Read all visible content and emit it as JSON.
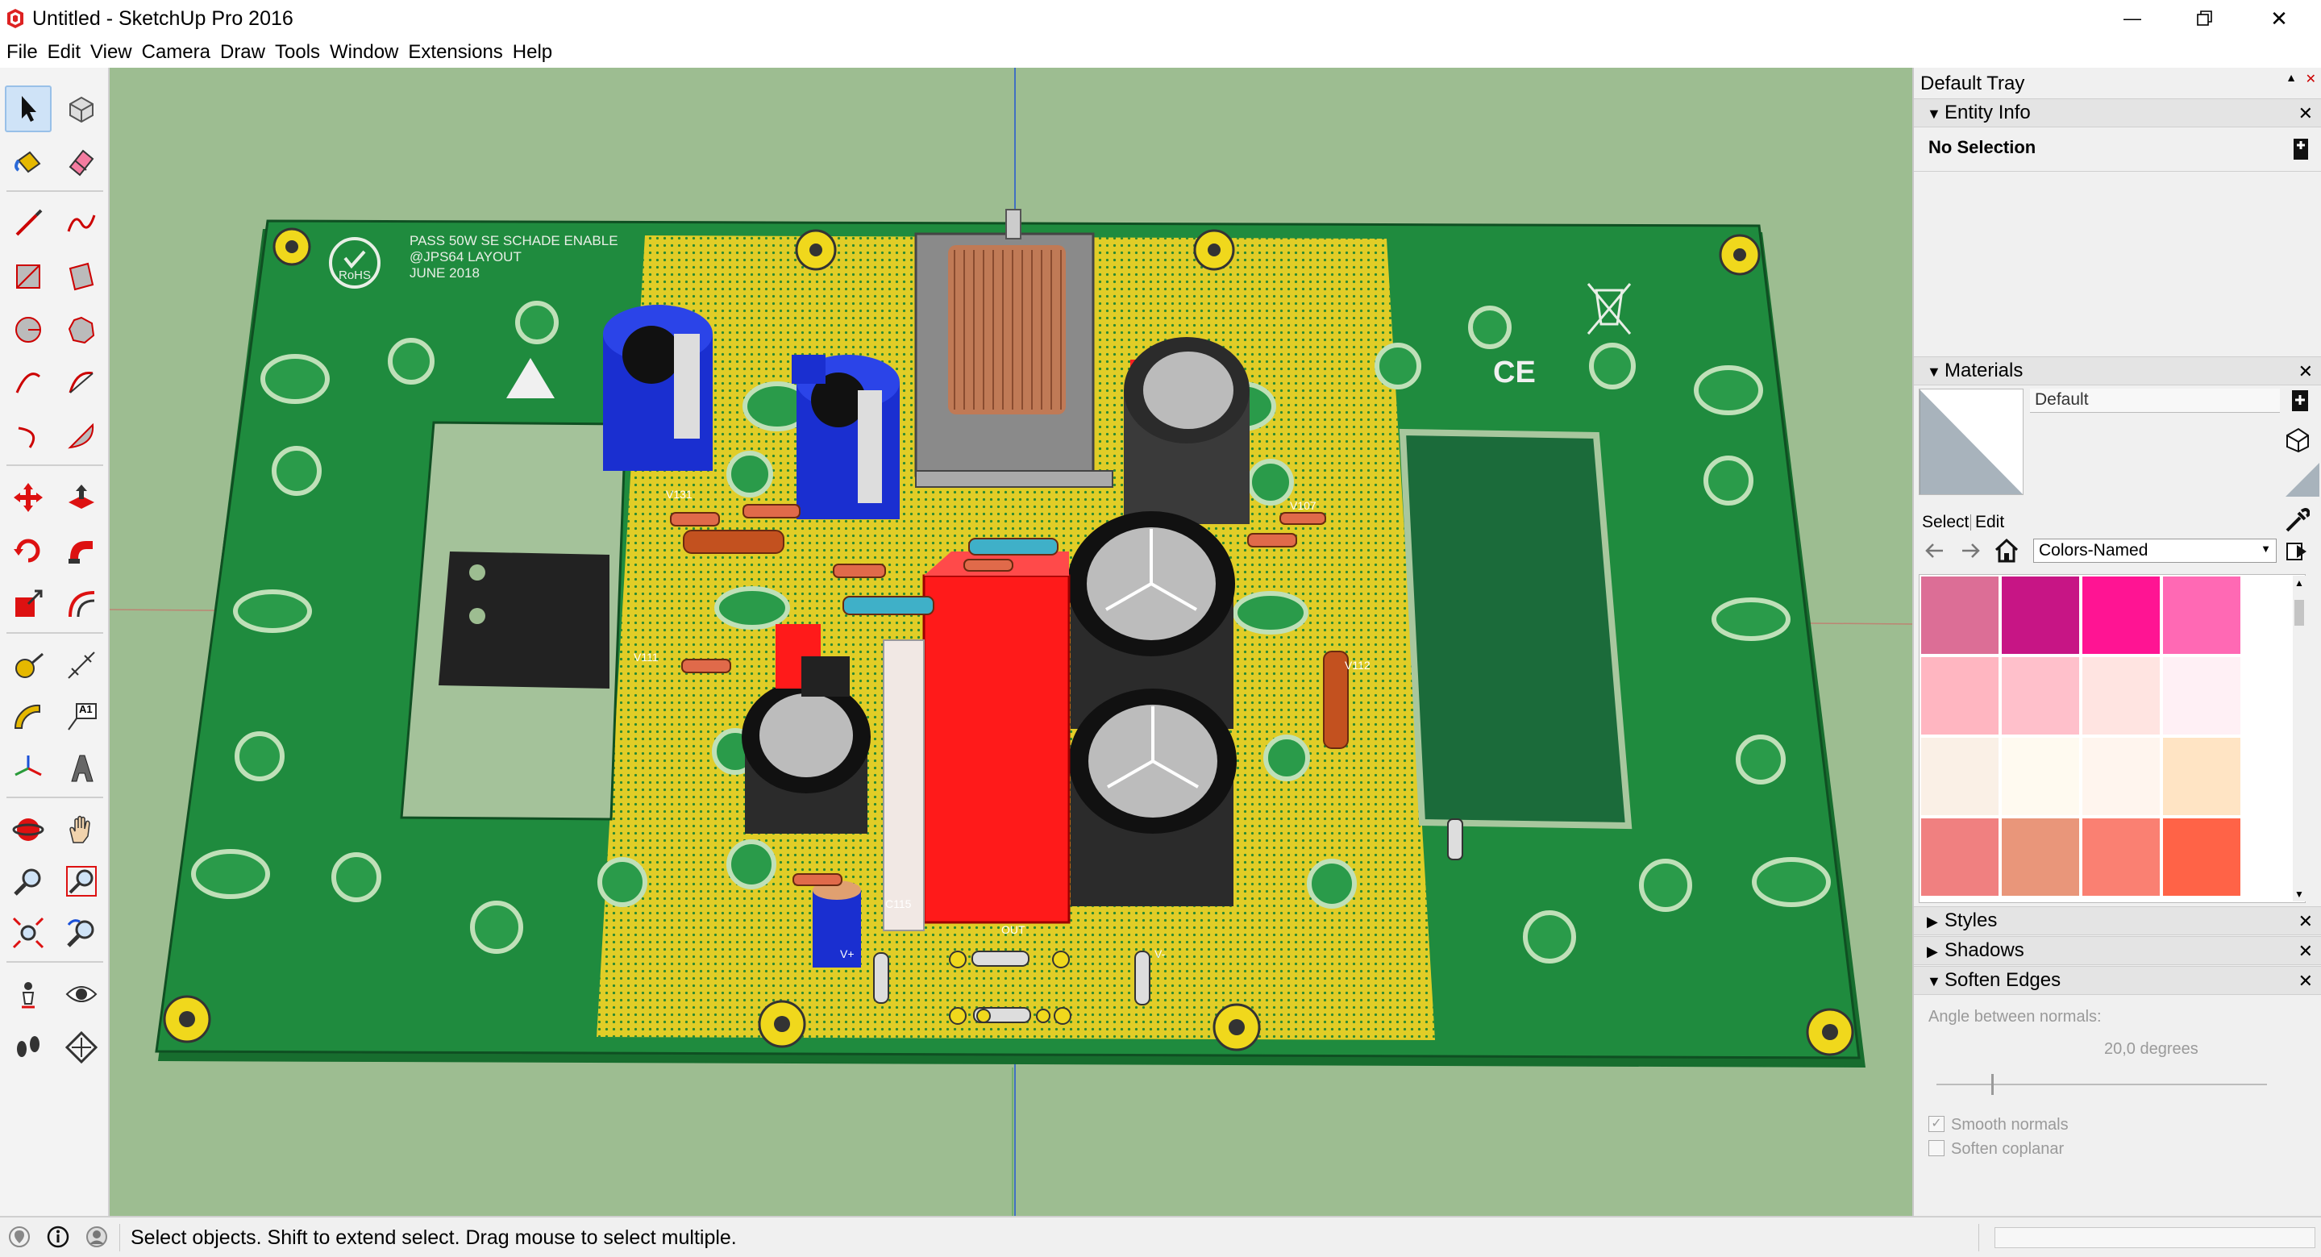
{
  "window": {
    "title": "Untitled - SketchUp Pro 2016",
    "minimize_glyph": "—",
    "close_glyph": "✕"
  },
  "menu": [
    "File",
    "Edit",
    "View",
    "Camera",
    "Draw",
    "Tools",
    "Window",
    "Extensions",
    "Help"
  ],
  "toolbar": {
    "tools": [
      "select-icon",
      "component-icon",
      "paint-bucket-icon",
      "eraser-icon",
      "line-icon",
      "freehand-icon",
      "rectangle-icon",
      "rotated-rectangle-icon",
      "circle-icon",
      "polygon-icon",
      "arc-icon",
      "two-point-arc-icon",
      "three-point-arc-icon",
      "pie-icon",
      "move-icon",
      "push-pull-icon",
      "rotate-icon",
      "follow-me-icon",
      "scale-icon",
      "offset-icon",
      "tape-measure-icon",
      "dimension-icon",
      "protractor-icon",
      "text-icon",
      "axes-icon",
      "3d-text-icon",
      "orbit-icon",
      "pan-icon",
      "zoom-icon",
      "zoom-window-icon",
      "zoom-extents-icon",
      "previous-view-icon",
      "position-camera-icon",
      "look-around-icon",
      "walk-icon",
      "section-plane-icon"
    ],
    "text_tool_label": "A1"
  },
  "pcb": {
    "header_line1": "PASS 50W SE SCHADE ENABLE",
    "header_line2": "@JPS64 LAYOUT",
    "header_line3": "JUNE 2018",
    "rohs": "RoHS",
    "ce": "CE",
    "out": "OUT",
    "vplus": "V+",
    "vminus": "V-",
    "c115": "C115",
    "v131": "V131",
    "v111": "V111",
    "v107": "V107",
    "v112": "V112"
  },
  "tray": {
    "title": "Default Tray",
    "entity_info": {
      "title": "Entity Info",
      "selection": "No Selection"
    },
    "materials": {
      "title": "Materials",
      "current": "Default",
      "tab_select": "Select",
      "tab_edit": "Edit",
      "library": "Colors-Named",
      "swatches": [
        "#dc6e96",
        "#c71585",
        "#ff1493",
        "#ff69b4",
        "#ffb6c1",
        "#ffc0cb",
        "#ffe4e1",
        "#fff0f5",
        "#faf0e6",
        "#fffaf0",
        "#fff5ee",
        "#ffe4c4",
        "#f08080",
        "#e9967a",
        "#fa8072",
        "#ff6347"
      ]
    },
    "styles": {
      "title": "Styles"
    },
    "shadows": {
      "title": "Shadows"
    },
    "soften_edges": {
      "title": "Soften Edges",
      "angle_label": "Angle between normals:",
      "angle_value": "20,0  degrees",
      "angle_fraction": 0.167,
      "smooth_normals": "Smooth normals",
      "soften_coplanar": "Soften coplanar",
      "smooth_checked": true,
      "coplanar_checked": false
    }
  },
  "status": {
    "message": "Select objects. Shift to extend select. Drag mouse to select multiple."
  },
  "colors": {
    "viewport_bg": "#9dbd91",
    "pcb_green": "#1e8a3c",
    "pcb_yellow": "#e3cf28",
    "component_red": "#ff1a1a",
    "capacitor_blue": "#1a2fd0"
  }
}
